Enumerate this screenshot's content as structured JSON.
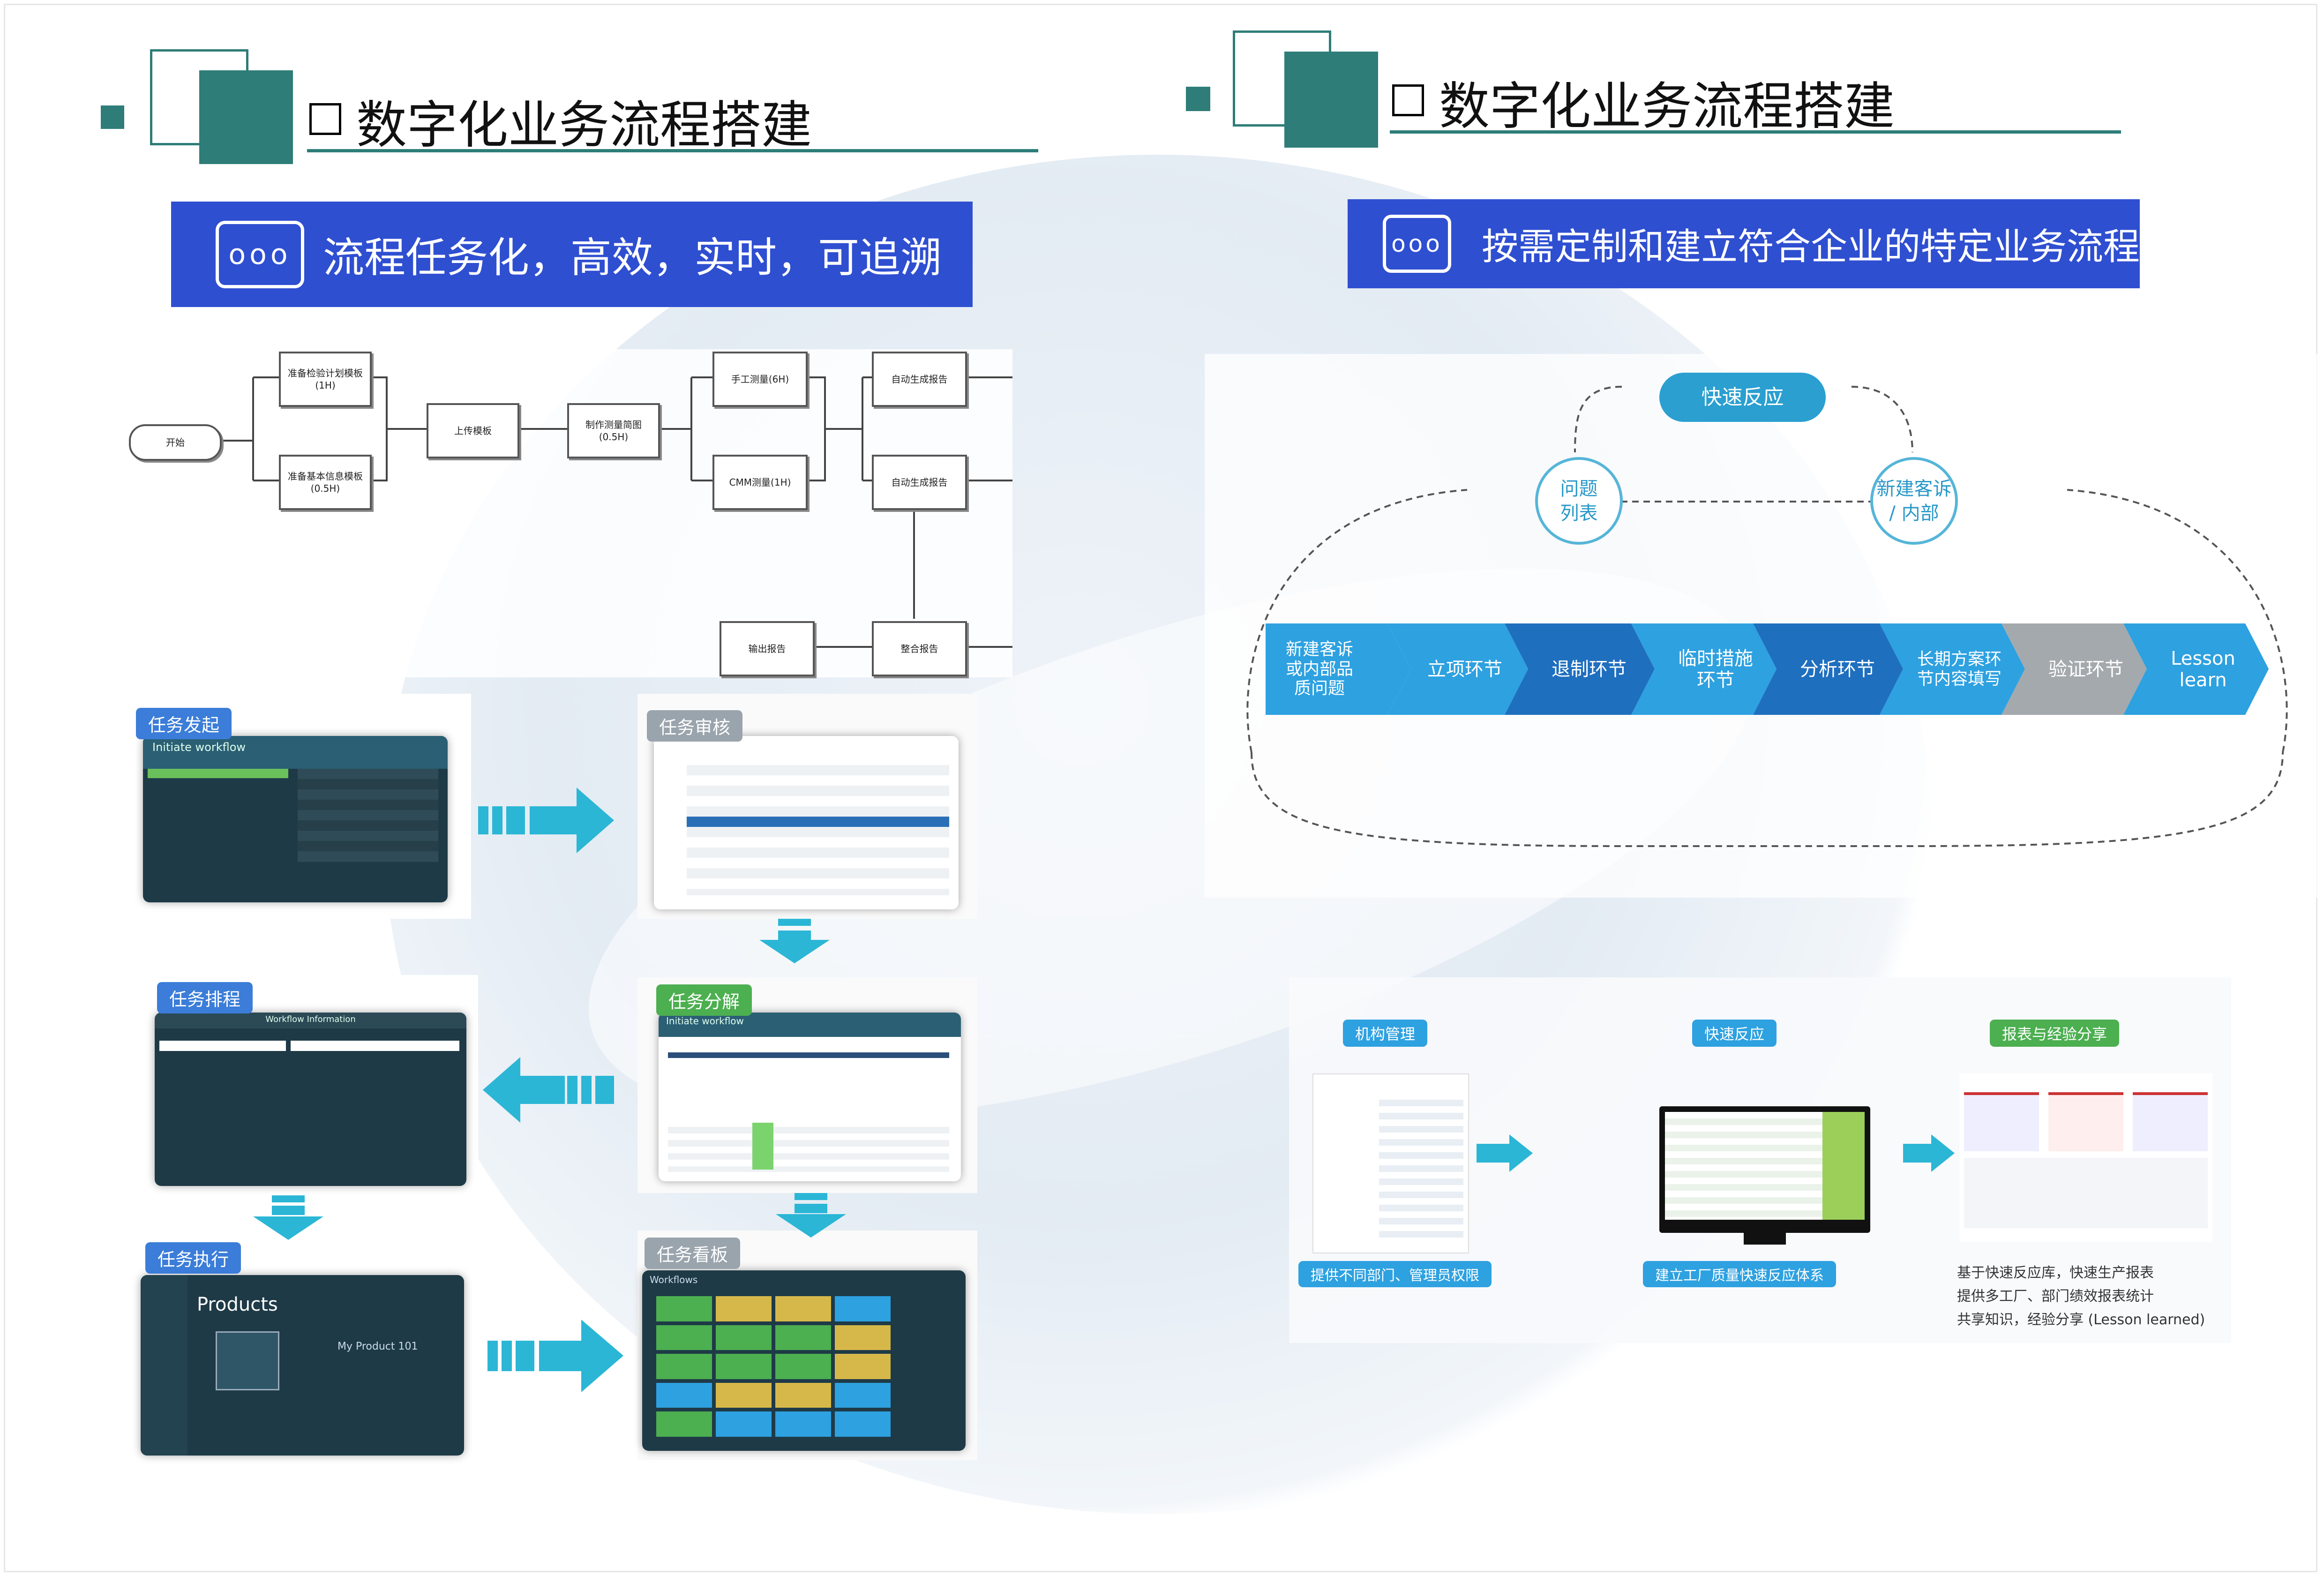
{
  "left": {
    "title": "数字化业务流程搭建",
    "banner": "流程任务化，高效，实时，可追溯",
    "flow": {
      "start": "开始",
      "plan": "准备检验计划模板\n(1H)",
      "info": "准备基本信息模板\n(0.5H)",
      "upload": "上传模板",
      "drawing": "制作测量简图\n(0.5H)",
      "manual": "手工测量(6H)",
      "cmm": "CMM测量(1H)",
      "auto1": "自动生成报告",
      "auto2": "自动生成报告",
      "merge": "整合报告",
      "output": "输出报告"
    },
    "tags": {
      "initiate": "任务发起",
      "review": "任务审核",
      "schedule": "任务排程",
      "decompose": "任务分解",
      "execute": "任务执行",
      "board": "任务看板"
    },
    "screens": {
      "initiate_title": "Initiate workflow",
      "schedule_title": "Workflow Information",
      "decompose_title": "Initiate workflow",
      "execute_title": "Products",
      "execute_item": "My Product 101",
      "board_title": "Workflows"
    }
  },
  "right": {
    "title": "数字化业务流程搭建",
    "banner": "按需定制和建立符合企业的特定业务流程",
    "quick": "快速反应",
    "issue": "问题\n列表",
    "newcomplaint": "新建客诉\n/ 内部",
    "steps": [
      "新建客诉\n或内部品\n质问题",
      "立项环节",
      "退制环节",
      "临时措施\n环节",
      "分析环节",
      "长期方案环\n节内容填写",
      "验证环节",
      "Lesson\nlearn"
    ],
    "bottom": {
      "org": "机构管理",
      "quick": "快速反应",
      "report": "报表与经验分享",
      "org_caption": "提供不同部门、管理员权限",
      "quick_caption": "建立工厂质量快速反应体系",
      "report_lines": [
        "基于快速反应库，快速生产报表",
        "提供多工厂、部门绩效报表统计",
        "共享知识，经验分享 (Lesson learned)"
      ]
    }
  },
  "colors": {
    "teal": "#2e7d78",
    "banner": "#2f4fd1",
    "arrow": "#2bb6d6",
    "green_tag": "#4caf50",
    "blue_tag": "#3b7dd8",
    "chev_dark": "#1f6fbf",
    "chev_light": "#2ea1e0",
    "chev_grey": "#a4a9ae"
  }
}
